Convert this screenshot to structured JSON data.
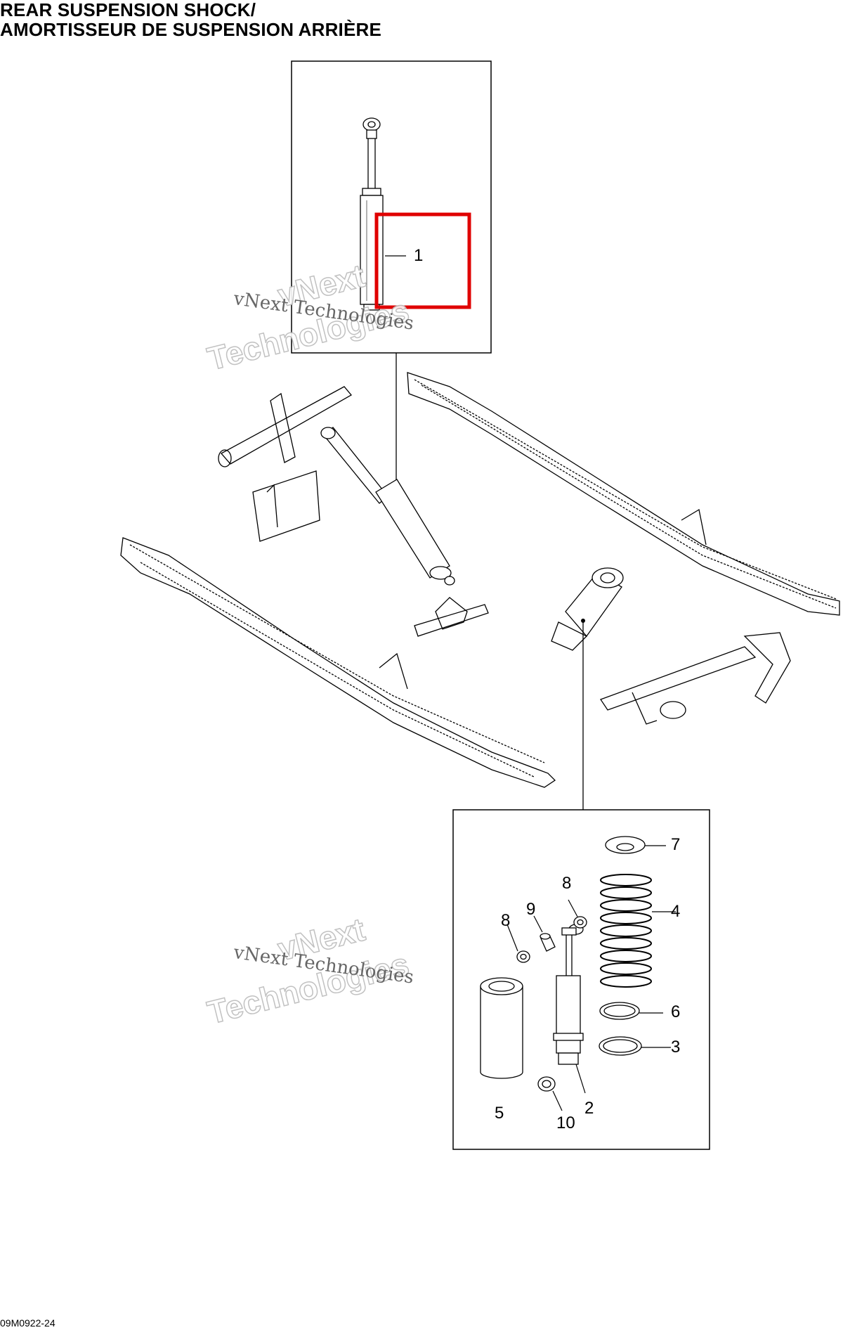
{
  "title": {
    "english": "REAR SUSPENSION SHOCK/",
    "french": "AMORTISSEUR DE SUSPENSION ARRIÈRE"
  },
  "callouts": {
    "c1": "1",
    "c2": "2",
    "c3": "3",
    "c4": "4",
    "c5": "5",
    "c6": "6",
    "c7": "7",
    "c8a": "8",
    "c8b": "8",
    "c9": "9",
    "c10": "10"
  },
  "watermark": {
    "serif_text": "vNext Technologies",
    "outline_line1": "vNext",
    "outline_line2": "Technologies"
  },
  "figure_code": "09M0922-24",
  "colors": {
    "highlight": "#e00000",
    "line": "#000000"
  }
}
